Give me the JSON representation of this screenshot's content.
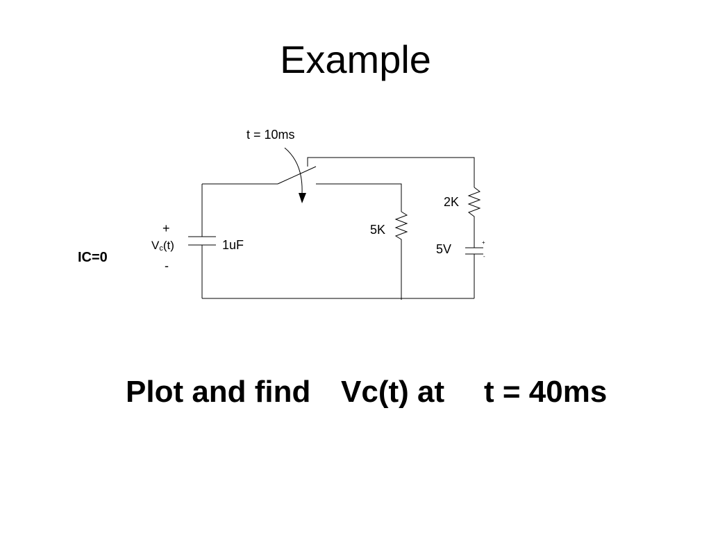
{
  "slide": {
    "title": "Example",
    "task": {
      "part1": "Plot and find",
      "part2": "Vc(t) at",
      "part3": "t = 40ms"
    }
  },
  "circuit": {
    "switch_time_label": "t = 10ms",
    "capacitor": {
      "value": "1uF",
      "voltage_plus": "+",
      "voltage_name": "V",
      "voltage_subscript": "c",
      "voltage_suffix": "(t)",
      "voltage_minus": "-"
    },
    "resistor_middle": "5K",
    "resistor_right": "2K",
    "source": {
      "value": "5V",
      "plus": "+",
      "minus": "-"
    },
    "initial_condition": "IC=0"
  }
}
